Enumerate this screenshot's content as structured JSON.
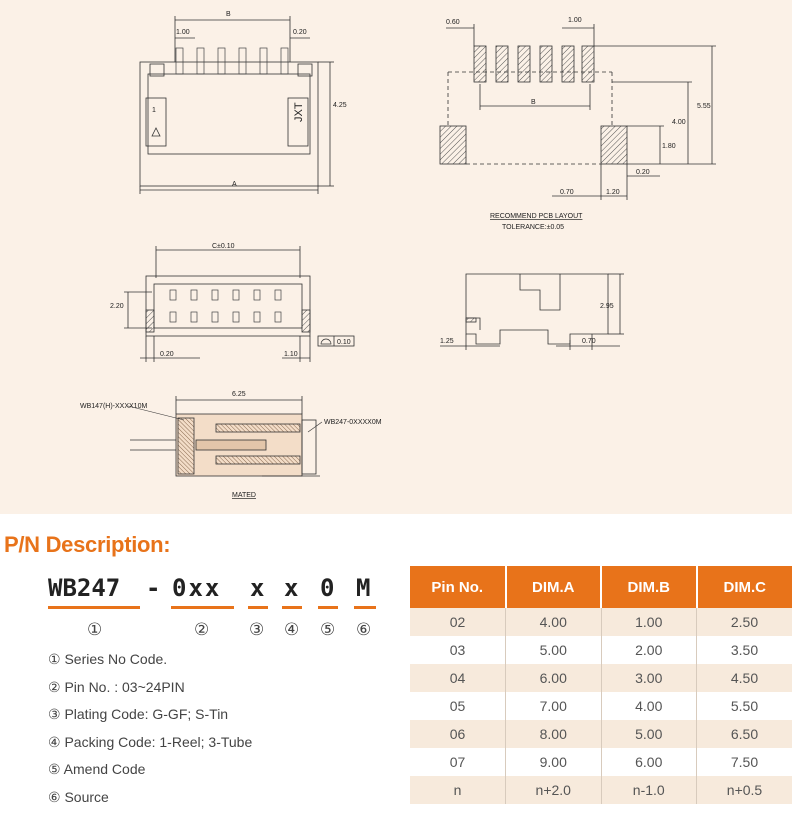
{
  "drawing": {
    "top_view": {
      "b": "B",
      "pitch": "1.00",
      "tab": "0.20",
      "height": "4.25",
      "a": "A",
      "mark_1": "1",
      "logo": "JXT"
    },
    "pcb_layout": {
      "pad_gap": "0.60",
      "pitch": "1.00",
      "b": "B",
      "h1": "5.55",
      "h2": "4.00",
      "h3": "1.80",
      "pad_w": "0.20",
      "side": "0.70",
      "width": "1.20",
      "caption": "RECOMMEND PCB LAYOUT",
      "tolerance": "TOLERANCE:±0.05"
    },
    "front_view": {
      "c": "C±0.10",
      "h": "2.20",
      "left": "0.20",
      "right": "1.10",
      "flatness": "0.10"
    },
    "side_view": {
      "h": "2.95",
      "left": "1.25",
      "right": "0.70"
    },
    "mated_view": {
      "width": "6.25",
      "plug": "WB147(H)-XXXX10M",
      "header": "WB247-0XXXX0M",
      "caption": "MATED"
    }
  },
  "pn": {
    "title": "P/N Description:",
    "series": "WB247",
    "dash": "-",
    "pins": "0xx",
    "plating": "x",
    "packing": "x",
    "amend": "0",
    "source": "M",
    "circles": [
      "①",
      "②",
      "③",
      "④",
      "⑤",
      "⑥"
    ],
    "legend": [
      "① Series No Code.",
      "② Pin No. : 03~24PIN",
      "③ Plating Code: G-GF; S-Tin",
      "④ Packing Code: 1-Reel; 3-Tube",
      "⑤ Amend Code",
      "⑥ Source"
    ]
  },
  "table": {
    "headers": [
      "Pin No.",
      "DIM.A",
      "DIM.B",
      "DIM.C"
    ],
    "rows": [
      [
        "02",
        "4.00",
        "1.00",
        "2.50"
      ],
      [
        "03",
        "5.00",
        "2.00",
        "3.50"
      ],
      [
        "04",
        "6.00",
        "3.00",
        "4.50"
      ],
      [
        "05",
        "7.00",
        "4.00",
        "5.50"
      ],
      [
        "06",
        "8.00",
        "5.00",
        "6.50"
      ],
      [
        "07",
        "9.00",
        "6.00",
        "7.50"
      ],
      [
        "n",
        "n+2.0",
        "n-1.0",
        "n+0.5"
      ]
    ]
  },
  "colors": {
    "accent": "#e8731a",
    "row_tint": "#f7eadc",
    "drawing_bg": "#fbf1e7"
  }
}
